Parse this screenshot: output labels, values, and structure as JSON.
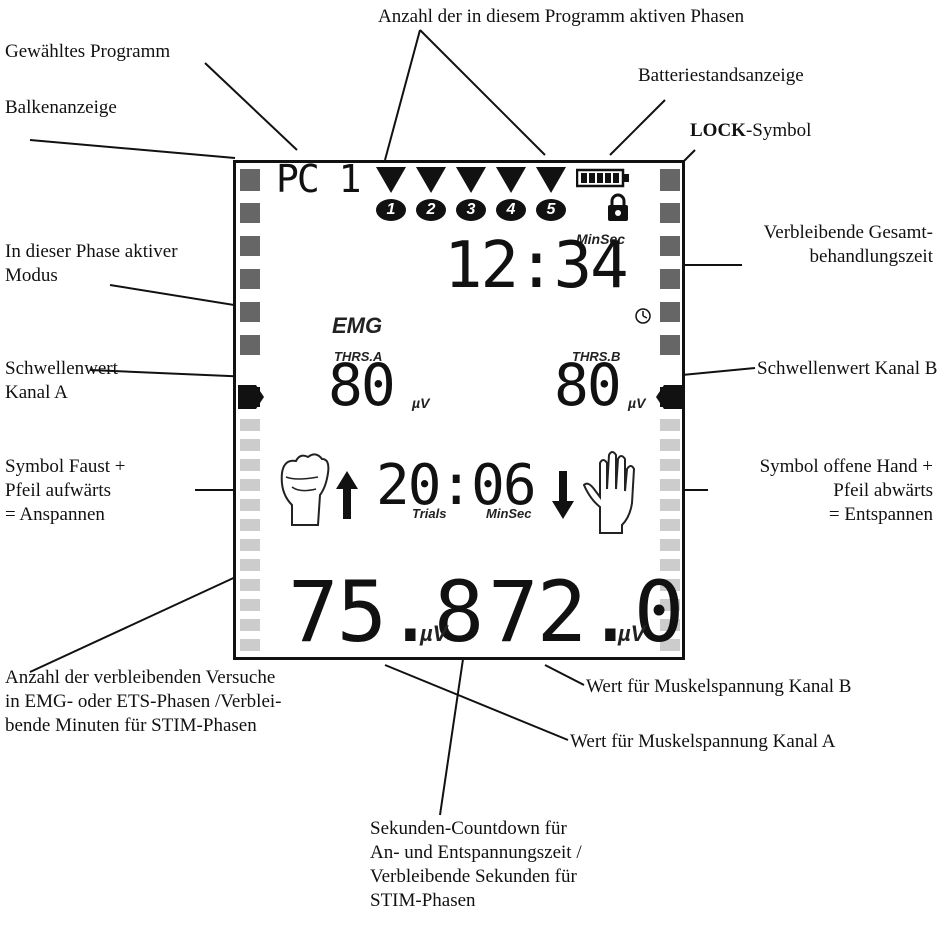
{
  "labels": {
    "phases_count": "Anzahl der in diesem Programm aktiven Phasen",
    "program": "Gewähltes Programm",
    "battery": "Batteriestandsanzeige",
    "bar": "Balkenanzeige",
    "lock_bold": "LOCK",
    "lock_rest": "-Symbol",
    "mode_1": "In dieser Phase aktiver",
    "mode_2": "Modus",
    "total_time_1": "Verbleibende Gesamt-",
    "total_time_2": "behandlungszeit",
    "thr_a_1": "Schwellenwert",
    "thr_a_2": "Kanal A",
    "thr_b": "Schwellenwert Kanal B",
    "fist_1": "Symbol Faust +",
    "fist_2": "Pfeil aufwärts",
    "fist_3": "= Anspannen",
    "hand_1": "Symbol offene Hand +",
    "hand_2": "Pfeil abwärts",
    "hand_3": "= Entspannen",
    "trials_1": "Anzahl der verbleibenden Versuche",
    "trials_2": "in EMG- oder ETS-Phasen /Verblei-",
    "trials_3": "bende Minuten für STIM-Phasen",
    "muscle_b": "Wert für Muskelspannung Kanal B",
    "muscle_a": "Wert für Muskelspannung Kanal A",
    "sec_1": "Sekunden-Countdown für",
    "sec_2": "An- und Entspannungszeit /",
    "sec_3": "Verbleibende Sekunden für",
    "sec_4": "STIM-Phasen"
  },
  "lcd": {
    "program": "PC 1",
    "phase_numbers": [
      "1",
      "2",
      "3",
      "4",
      "5"
    ],
    "minsec_top": "MinSec",
    "total_time": "12:34",
    "mode": "EMG",
    "thrs_a_label": "THRS.A",
    "thrs_a_value": "80",
    "thrs_b_label": "THRS.B",
    "thrs_b_value": "80",
    "unit": "µV",
    "center_time": "20:06",
    "trials_label": "Trials",
    "minsec_center": "MinSec",
    "value_a": "75.8",
    "value_b": "72.0"
  }
}
